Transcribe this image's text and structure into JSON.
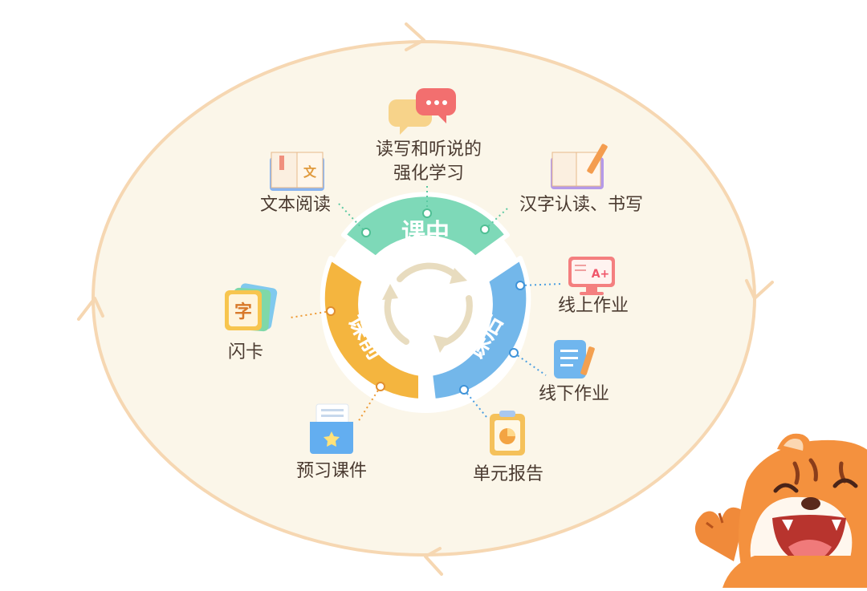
{
  "colors": {
    "before_class": "#f4b53f",
    "in_class": "#7ed9b8",
    "after_class": "#73b7ea",
    "background_oval": "#fbf6e9",
    "oval_outline": "#f6d7b2",
    "text": "#4a3a30"
  },
  "cycle": {
    "in_class": "课中",
    "after_class": "课后",
    "before_class": "课前"
  },
  "items": {
    "reading_writing_speaking_line1": "读写和听说的",
    "reading_writing_speaking_line2": "强化学习",
    "text_reading": "文本阅读",
    "chinese_char_reading_writing": "汉字认读、书写",
    "online_homework": "线上作业",
    "offline_homework": "线下作业",
    "unit_report": "单元报告",
    "preview_courseware": "预习课件",
    "flash_cards": "闪卡"
  },
  "icons": {
    "chat": "chat-bubbles-icon",
    "book": "open-book-icon",
    "book_pencil": "book-pencil-icon",
    "monitor": "monitor-grade-icon",
    "doc_pencil": "document-pencil-icon",
    "report": "clipboard-chart-icon",
    "folder": "folder-star-icon",
    "card": "character-card-icon",
    "mascot": "tiger-mascot"
  },
  "card_char": "字",
  "book_char": "文",
  "monitor_text": "A+"
}
